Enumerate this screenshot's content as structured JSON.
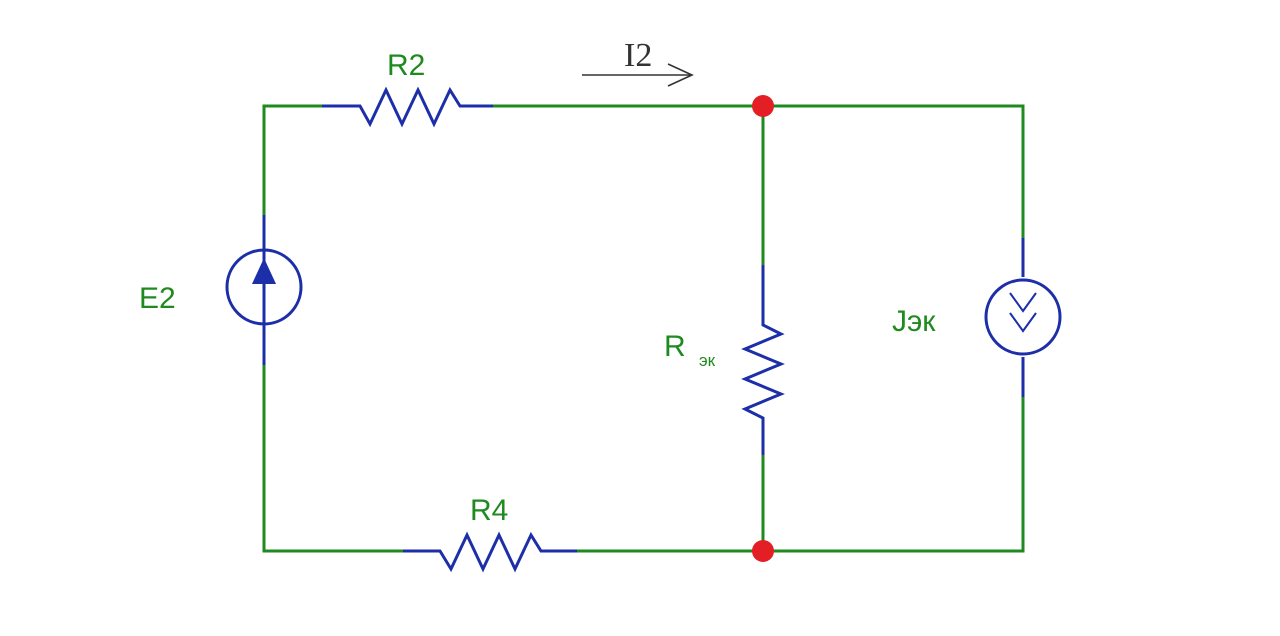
{
  "labels": {
    "r2": "R2",
    "r4": "R4",
    "e2": "E2",
    "req_main": "R",
    "req_sub": "эк",
    "jek": "Jэк",
    "i2": "I2"
  },
  "colors": {
    "wire": "#1f8a1f",
    "component": "#1c2fa8",
    "node": "#e31e24",
    "label": "#1f8a1f",
    "current_label": "#333333"
  }
}
